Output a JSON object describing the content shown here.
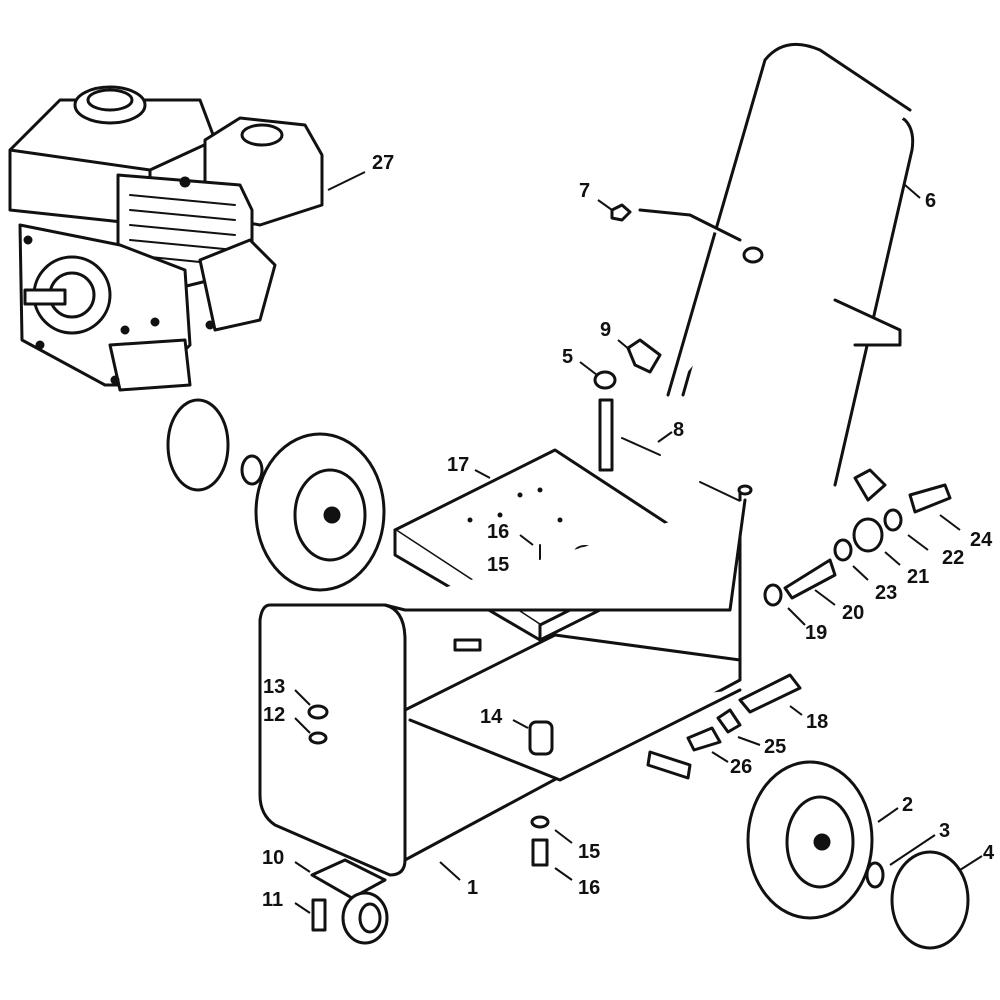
{
  "callouts": {
    "c1": "1",
    "c2": "2",
    "c3": "3",
    "c4": "4",
    "c5": "5",
    "c6": "6",
    "c7": "7",
    "c8": "8",
    "c9": "9",
    "c10": "10",
    "c11": "11",
    "c12": "12",
    "c13": "13",
    "c14": "14",
    "c15a": "15",
    "c15b": "15",
    "c16a": "16",
    "c16b": "16",
    "c17": "17",
    "c18": "18",
    "c19": "19",
    "c20": "20",
    "c21": "21",
    "c22": "22",
    "c23": "23",
    "c24": "24",
    "c25": "25",
    "c26": "26",
    "c27": "27"
  }
}
